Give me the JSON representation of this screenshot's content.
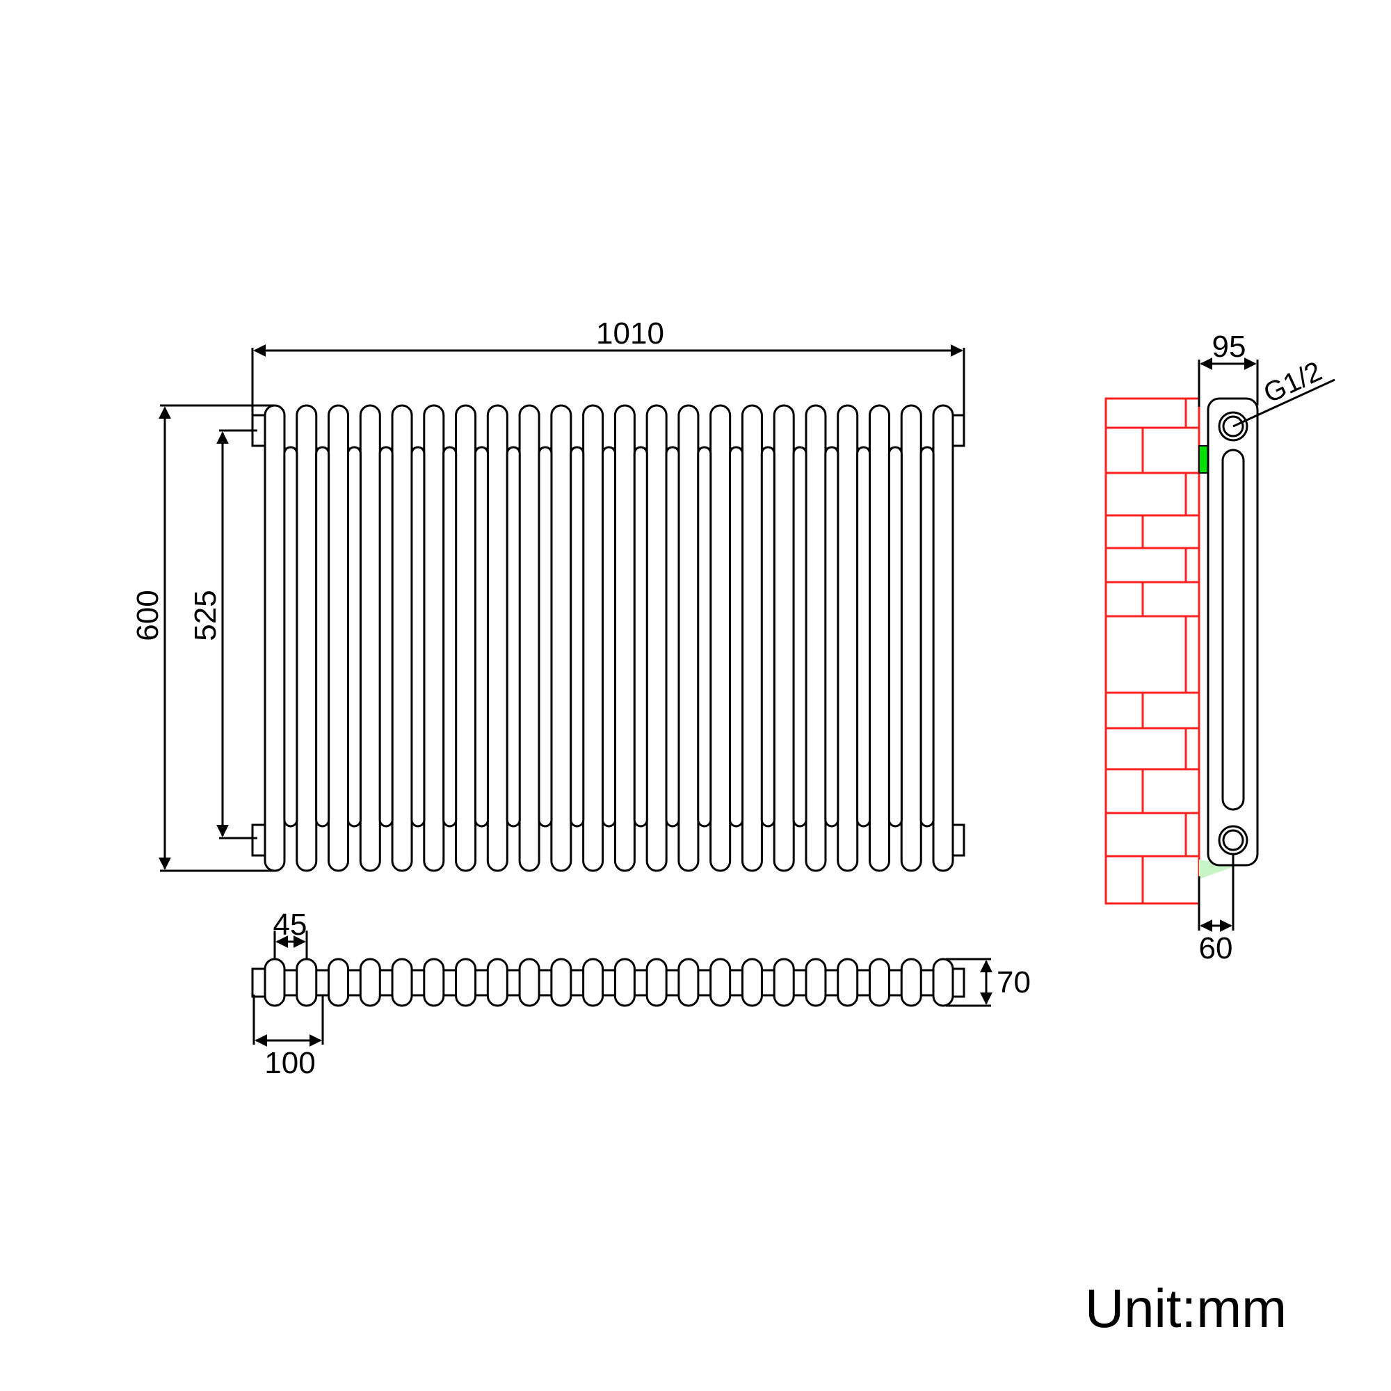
{
  "front_view": {
    "width_label": "1010",
    "height_label": "600",
    "centres_label": "525",
    "columns": 22
  },
  "top_view": {
    "column_pitch_label": "45",
    "depth_label": "70",
    "end_offset_label": "100"
  },
  "side_view": {
    "depth_label": "95",
    "wall_gap_label": "60",
    "connection_label": "G1/2"
  },
  "colors": {
    "wall": "#ff2020",
    "bracket": "#00e000",
    "floor_bracket": "#c8f5c8",
    "line": "#000000"
  },
  "unit_label": "Unit:mm"
}
